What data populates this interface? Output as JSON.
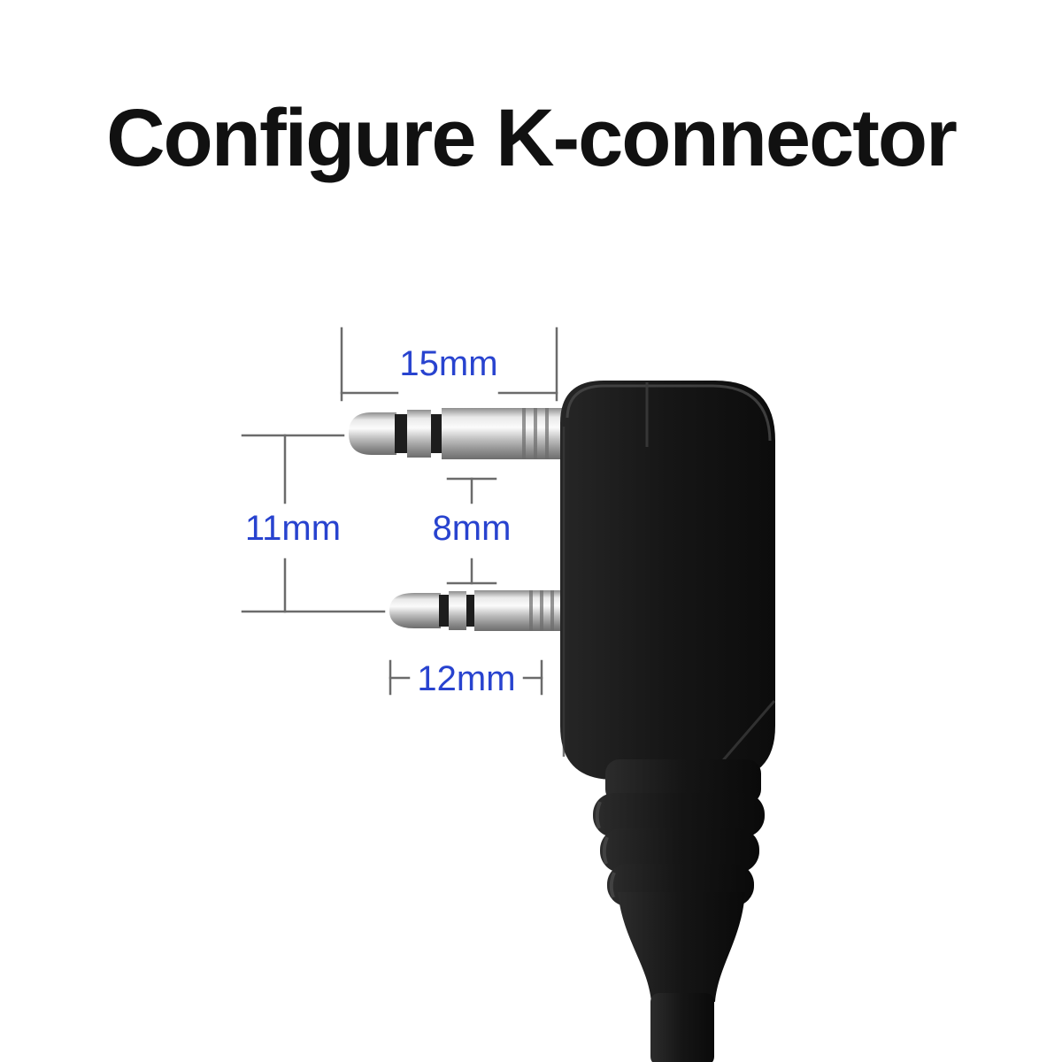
{
  "title": "Configure K-connector",
  "dimensions": {
    "top_plug_length": "15mm",
    "pin_spacing": "11mm",
    "pin_gap": "8mm",
    "bottom_plug_length": "12mm"
  },
  "colors": {
    "dimension_text": "#2843cf",
    "dimension_line": "#6b6b6b",
    "connector_black": "#161616",
    "plug_metal": "#e9e9e9"
  }
}
